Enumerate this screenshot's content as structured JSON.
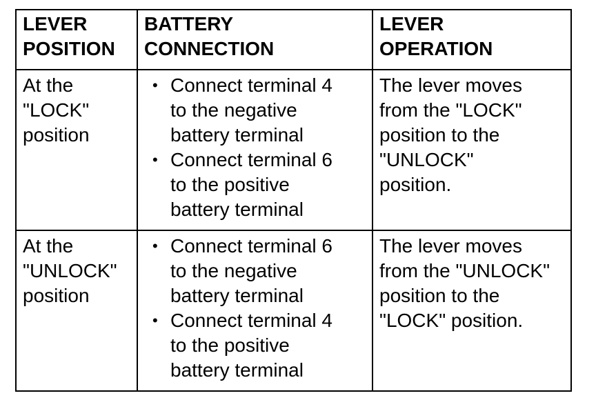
{
  "table": {
    "headers": [
      [
        "LEVER",
        "POSITION"
      ],
      [
        "BATTERY",
        "CONNECTION"
      ],
      [
        "LEVER",
        "OPERATION"
      ]
    ],
    "rows": [
      {
        "position": [
          "At the",
          "\"LOCK\"",
          "position"
        ],
        "connection": [
          [
            "Connect terminal 4",
            "to the negative",
            "battery terminal"
          ],
          [
            "Connect terminal 6",
            "to the positive",
            "battery terminal"
          ]
        ],
        "operation": [
          "The lever moves",
          "from the \"LOCK\"",
          "position to the",
          "\"UNLOCK\"",
          "position."
        ]
      },
      {
        "position": [
          "At the",
          "\"UNLOCK\"",
          "position"
        ],
        "connection": [
          [
            "Connect terminal 6",
            "to the negative",
            "battery terminal"
          ],
          [
            "Connect terminal 4",
            "to the positive",
            "battery terminal"
          ]
        ],
        "operation": [
          "The lever moves",
          "from the \"UNLOCK\"",
          "position to the",
          "\"LOCK\" position."
        ]
      }
    ],
    "bullet_symbol": "•"
  }
}
